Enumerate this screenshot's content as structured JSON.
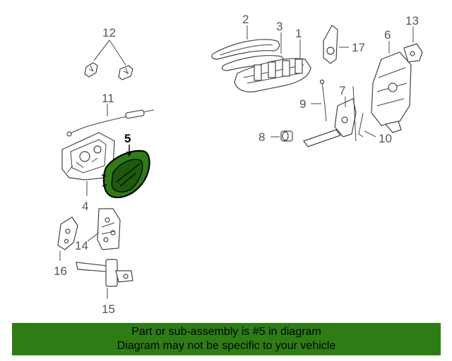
{
  "callouts": {
    "c1": "1",
    "c2": "2",
    "c3": "3",
    "c4": "4",
    "c5": "5",
    "c6": "6",
    "c7": "7",
    "c8": "8",
    "c9": "9",
    "c10": "10",
    "c11": "11",
    "c12": "12",
    "c13": "13",
    "c14": "14",
    "c15": "15",
    "c16": "16",
    "c17": "17"
  },
  "highlight": {
    "part": "5",
    "color": "#2e7d14"
  },
  "footer": {
    "line1": "Part or sub-assembly is #5 in diagram",
    "line2": "Diagram may not be specific to your vehicle",
    "background": "#2e7d14"
  }
}
